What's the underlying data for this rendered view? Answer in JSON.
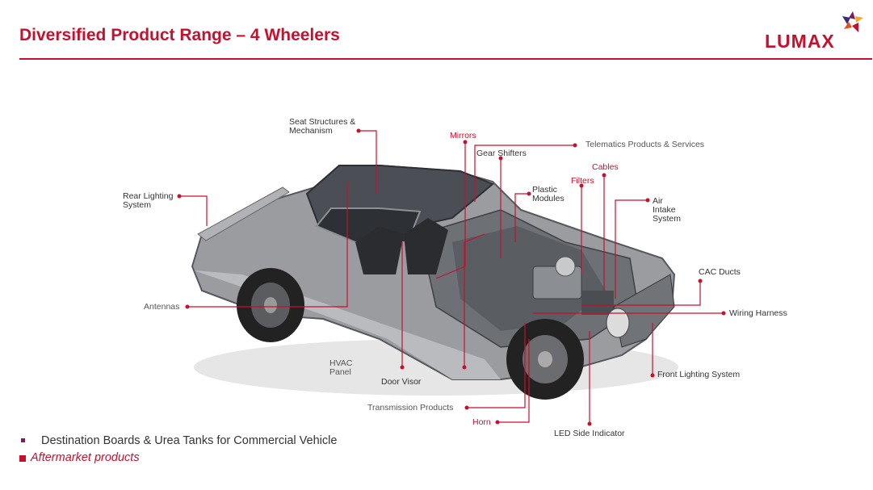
{
  "header": {
    "title": "Diversified Product Range – 4 Wheelers",
    "logo_text": "LUMAX"
  },
  "colors": {
    "accent": "#c8102e",
    "text": "#333333"
  },
  "callouts": {
    "seat_structures": "Seat Structures &\nMechanism",
    "mirrors": "Mirrors",
    "telematics": "Telematics Products & Services",
    "gear_shifters": "Gear Shifters",
    "cables": "Cables",
    "filters": "Filters",
    "plastic_modules": "Plastic\nModules",
    "air_intake": "Air\nIntake\nSystem",
    "rear_lighting": "Rear Lighting\nSystem",
    "cac_ducts": "CAC Ducts",
    "antennas": "Antennas",
    "wiring_harness": "Wiring Harness",
    "hvac_panel": "HVAC\nPanel",
    "door_visor": "Door Visor",
    "front_lighting": "Front Lighting System",
    "transmission": "Transmission Products",
    "horn": "Horn",
    "led_side_indicator": "LED Side Indicator"
  },
  "bullets": {
    "item1": "Destination Boards & Urea Tanks for Commercial Vehicle",
    "item2": "Aftermarket products"
  }
}
